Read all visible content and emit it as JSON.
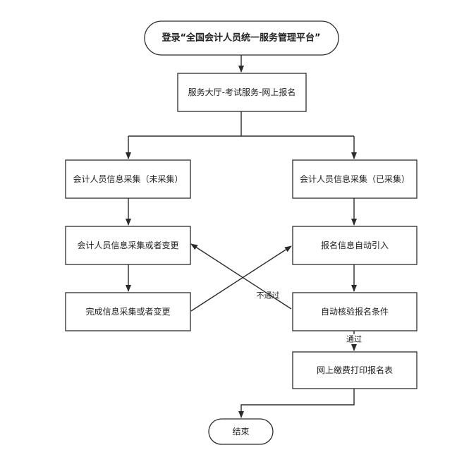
{
  "nodes": {
    "start": "登录“全国会计人员统一服务管理平台”",
    "service_hall": "服务大厅-考试服务-网上报名",
    "collect_not_done": "会计人员信息采集（未采集）",
    "collect_done": "会计人员信息采集（已采集）",
    "collect_or_change": "会计人员信息采集或者变更",
    "complete_collect_or_change": "完成信息采集或者变更",
    "auto_import": "报名信息自动引入",
    "auto_verify": "自动核验报名条件",
    "pay_print": "网上缴费打印报名表",
    "end": "结束"
  },
  "edges": {
    "fail": "不通过",
    "pass": "通过"
  }
}
